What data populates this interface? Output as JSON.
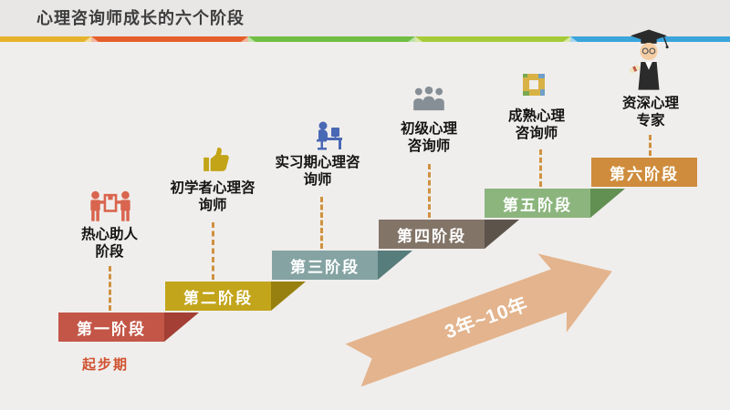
{
  "title": "心理咨询师成长的六个阶段",
  "accent_line": {
    "segment_colors": [
      "#e7b22b",
      "#e55f2b",
      "#70bf44",
      "#a6cb39",
      "#3aa4db"
    ]
  },
  "stages": [
    {
      "bar_label": "第一阶段",
      "label_lines": [
        "热心助人",
        "阶段"
      ],
      "icon": "two-people-carrying-box-icon",
      "bar_color": "#c35647",
      "fold_color": "#a33f34",
      "icon_color": "#d9654e"
    },
    {
      "bar_label": "第二阶段",
      "label_lines": [
        "初学者心理咨",
        "询师"
      ],
      "icon": "thumbs-up-icon",
      "bar_color": "#c2a51b",
      "fold_color": "#97800f",
      "icon_color": "#c2a416"
    },
    {
      "bar_label": "第三阶段",
      "label_lines": [
        "实习期心理咨",
        "询师"
      ],
      "icon": "person-at-desk-icon",
      "bar_color": "#85a3a3",
      "fold_color": "#577c7c",
      "icon_color": "#4a69b5"
    },
    {
      "bar_label": "第四阶段",
      "label_lines": [
        "初级心理",
        "咨询师"
      ],
      "icon": "three-people-icon",
      "bar_color": "#837468",
      "fold_color": "#5c534b",
      "icon_color": "#868e96"
    },
    {
      "bar_label": "第五阶段",
      "label_lines": [
        "成熟心理",
        "咨询师"
      ],
      "icon": "four-hands-teamwork-icon",
      "bar_color": "#8cb57e",
      "fold_color": "#628f52",
      "icon_color": "#d9b245"
    },
    {
      "bar_label": "第六阶段",
      "label_lines": [
        "资深心理",
        "专家"
      ],
      "icon": "graduate-expert-icon",
      "bar_color": "#cf8c3c",
      "fold_color": "#a96c22",
      "icon_color": "#2b2b2b"
    }
  ],
  "start_note": "起步期",
  "arrow": {
    "label": "3年~10年",
    "color": "#e3b48d",
    "text_color": "#ffffff"
  }
}
